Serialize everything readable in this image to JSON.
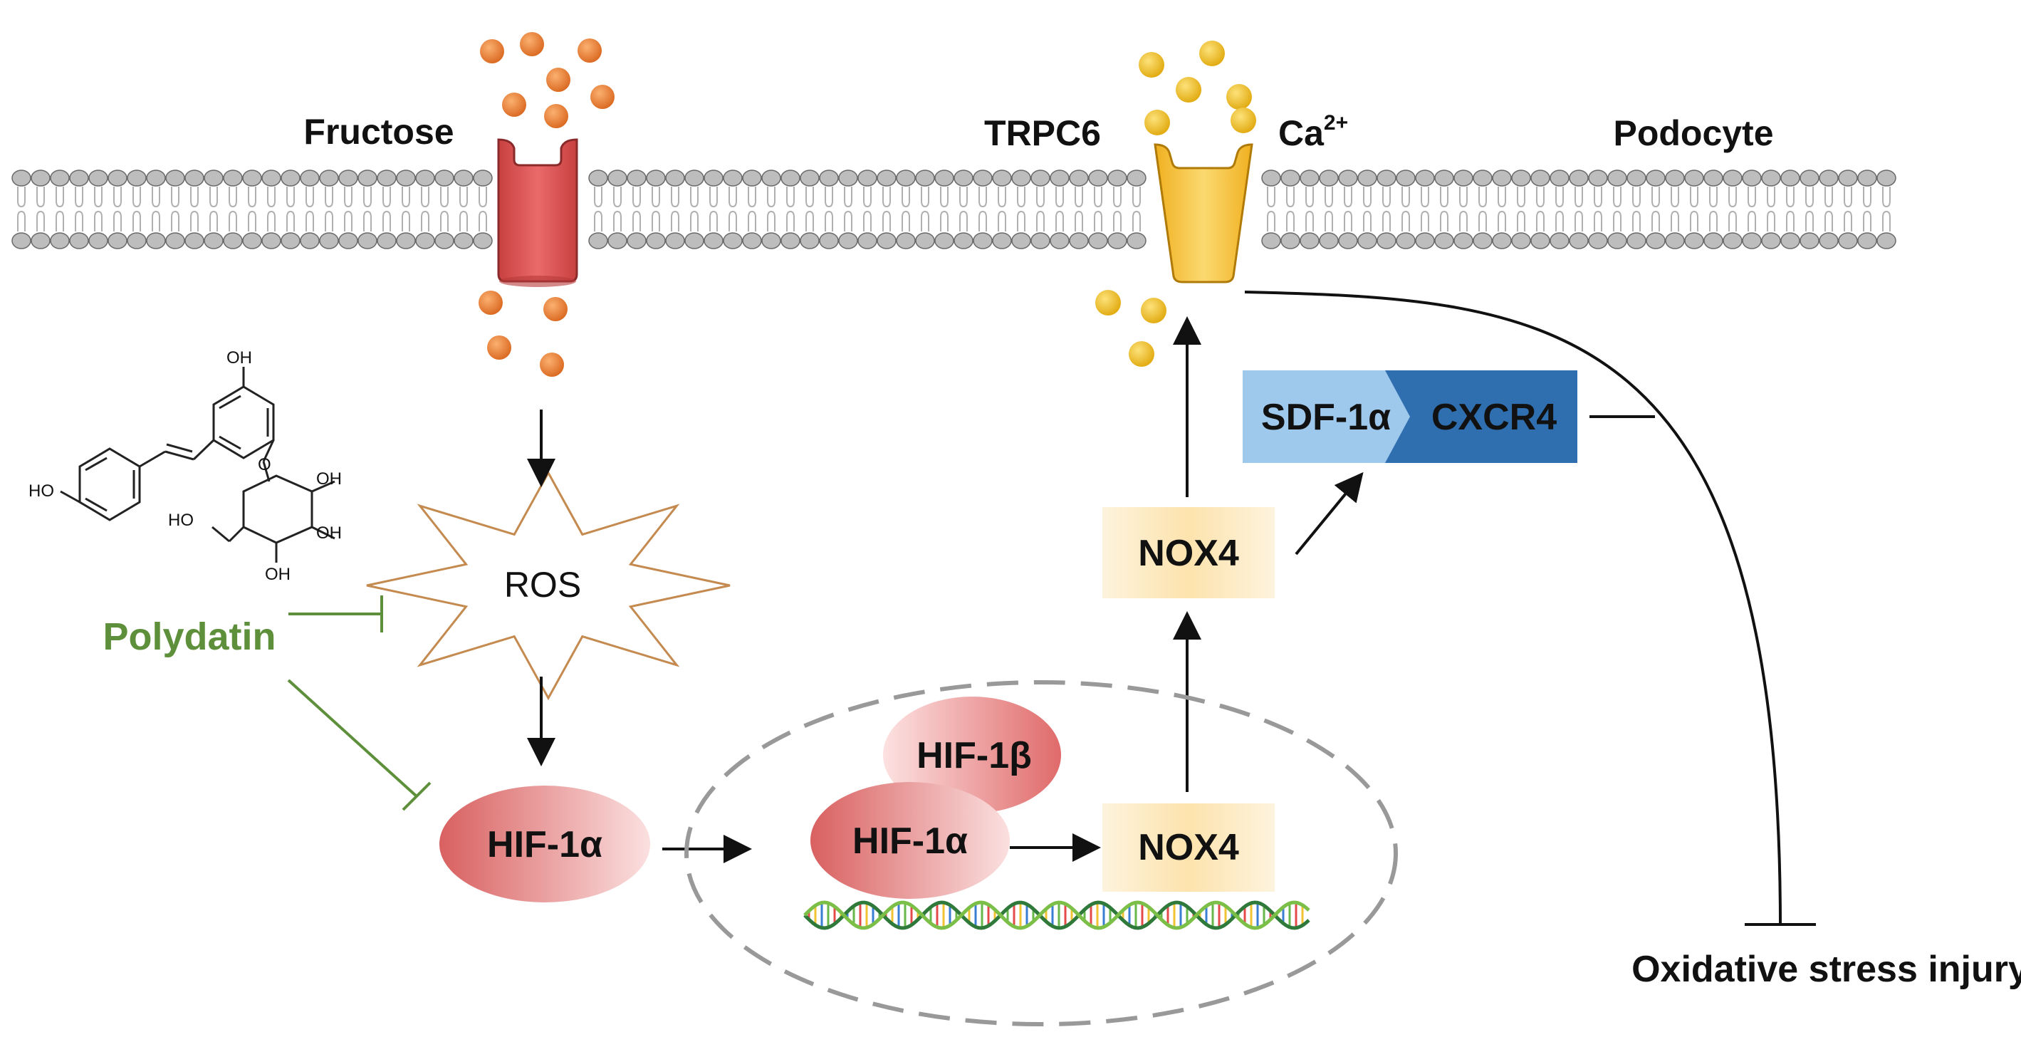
{
  "labels": {
    "fructose": "Fructose",
    "trpc6": "TRPC6",
    "ca": "Ca",
    "ca_sup": "2+",
    "podocyte": "Podocyte",
    "ros": "ROS",
    "polydatin": "Polydatin",
    "hif1a_cyto": "HIF-1α",
    "hif1a_nuc": "HIF-1α",
    "hif1b": "HIF-1β",
    "nox4_nuc": "NOX4",
    "nox4_cyto": "NOX4",
    "sdf1a": "SDF-1α",
    "cxcr4": "CXCR4",
    "outcome": "Oxidative stress injury"
  },
  "chem": {
    "oh_top": "OH",
    "oh_left": "HO",
    "o_link": "O",
    "oh_ring1": "OH",
    "oh_ring2": "OH",
    "oh_ring3": "OH",
    "oh_ch2": "HO"
  },
  "colors": {
    "fructose": "#e07b2c",
    "calcium": "#f2b81c",
    "glut_channel": "#e05a5a",
    "trpc6_channel": "#f6c948",
    "polydatin": "#5e8f3a",
    "hif": "#e58a8a",
    "nox4": "#fde6b8",
    "sdf1a": "#9ec8ec",
    "cxcr4": "#2f6fb0",
    "ros_outline": "#c48a4f",
    "membrane": "#b0b0b0"
  }
}
